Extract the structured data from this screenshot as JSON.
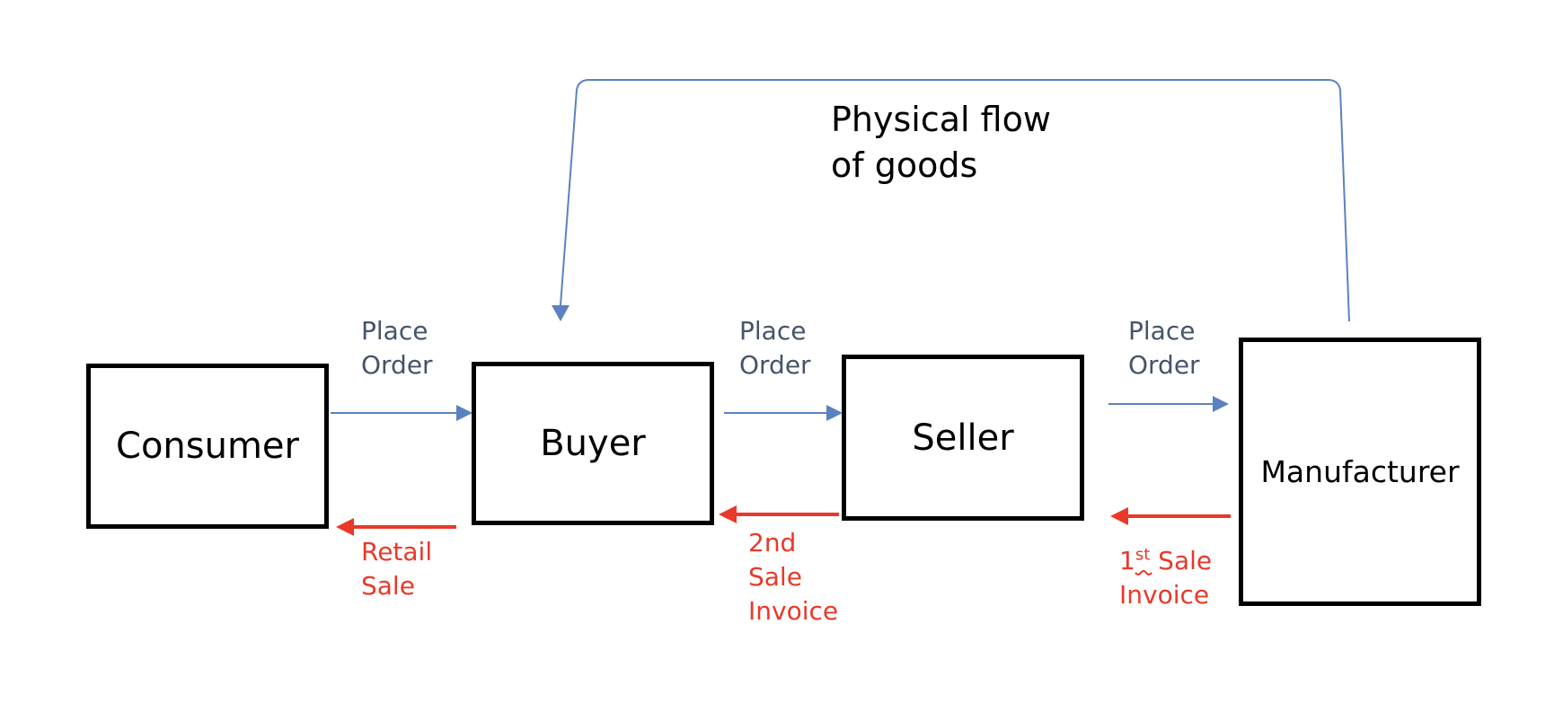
{
  "boxes": {
    "consumer": "Consumer",
    "buyer": "Buyer",
    "seller": "Seller",
    "manufacturer": "Manufacturer"
  },
  "goods_flow": {
    "line1": "Physical flow",
    "line2": "of goods"
  },
  "orders": {
    "consumer_to_buyer": [
      "Place",
      "Order"
    ],
    "buyer_to_seller": [
      "Place",
      "Order"
    ],
    "seller_to_manufacturer": [
      "Place",
      "Order"
    ]
  },
  "sales": {
    "retail": [
      "Retail",
      "Sale"
    ],
    "second": [
      "2nd",
      "Sale",
      "Invoice"
    ],
    "first": {
      "num": "1",
      "sup": "st",
      "line1_rest": "Sale",
      "line2": "Invoice"
    }
  },
  "colors": {
    "order_arrow": "#5b82c0",
    "sale_arrow": "#e8392a",
    "order_text": "#44546a",
    "box_border": "#000000"
  }
}
